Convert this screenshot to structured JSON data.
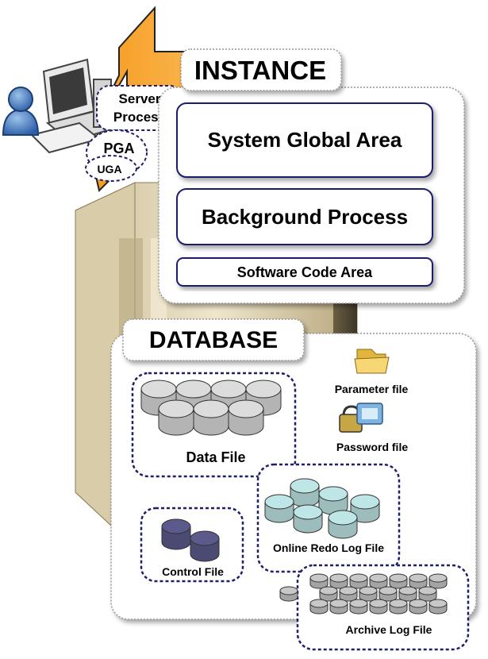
{
  "instance": {
    "title": "INSTANCE",
    "sga_label": "System Global Area",
    "background_label": "Background Process",
    "software_code_label": "Software Code Area"
  },
  "client": {
    "server_process_line1": "Server",
    "server_process_line2": "Process",
    "pga_label": "PGA",
    "uga_label": "UGA"
  },
  "database": {
    "title": "DATABASE",
    "data_file_label": "Data File",
    "parameter_file_label": "Parameter file",
    "password_file_label": "Password file",
    "control_file_label": "Control File",
    "online_redo_label": "Online Redo Log File",
    "archive_log_label": "Archive Log File"
  },
  "colors": {
    "arrow_orange": "#f7931e",
    "box_border_navy": "#1f1f6e",
    "server_tan": "#dccfae",
    "data_disk": "#dcdcdc",
    "control_disk": "#5a5a8c",
    "redo_disk": "#bfe6e6",
    "archive_disk": "#c8c8c8",
    "folder_yellow": "#f3d36b"
  },
  "icons": [
    "user-icon",
    "computer-icon",
    "server-tower-icon",
    "folder-icon",
    "lock-icon",
    "disk-icon"
  ]
}
